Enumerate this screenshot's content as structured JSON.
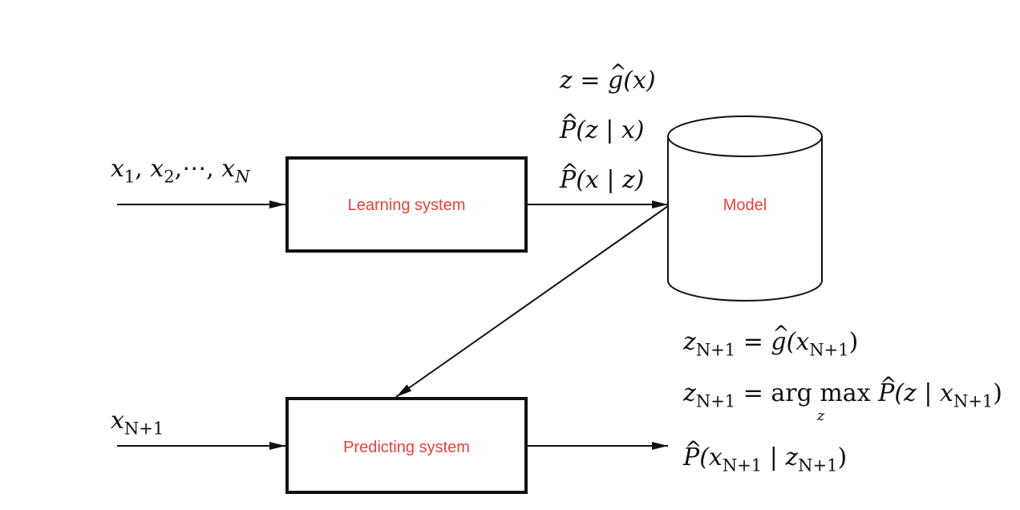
{
  "colors": {
    "label": "#e8433a",
    "stroke": "#111111"
  },
  "boxes": {
    "learning": "Learning system",
    "predicting": "Predicting system",
    "model": "Model"
  },
  "inputs": {
    "training": {
      "x1": "x",
      "s1": "1",
      "x2": "x",
      "s2": "2",
      "dots": "⋯",
      "xn": "x",
      "sn": "N"
    },
    "new_input": {
      "x": "x",
      "sub": "N+1"
    }
  },
  "model_outputs": {
    "line1": {
      "z": "z",
      "eq": "=",
      "g": "g",
      "arg": "(x)"
    },
    "line2": {
      "P": "P",
      "arg": "(z | x)"
    },
    "line3": {
      "P": "P",
      "arg": "(x | z)"
    }
  },
  "predictions": {
    "line1": {
      "z": "z",
      "zsub": "N+1",
      "eq": "=",
      "g": "g",
      "open": "(x",
      "xsub": "N+1",
      "close": ")"
    },
    "line2": {
      "z": "z",
      "zsub": "N+1",
      "eq": "=",
      "argmax": "arg max",
      "under": "z",
      "P": "P",
      "open": "(z | x",
      "xsub": "N+1",
      "close": ")"
    },
    "line3": {
      "P": "P",
      "open": "(x",
      "xsub": "N+1",
      "mid": " | z",
      "zsub": "N+1",
      "close": ")"
    }
  }
}
